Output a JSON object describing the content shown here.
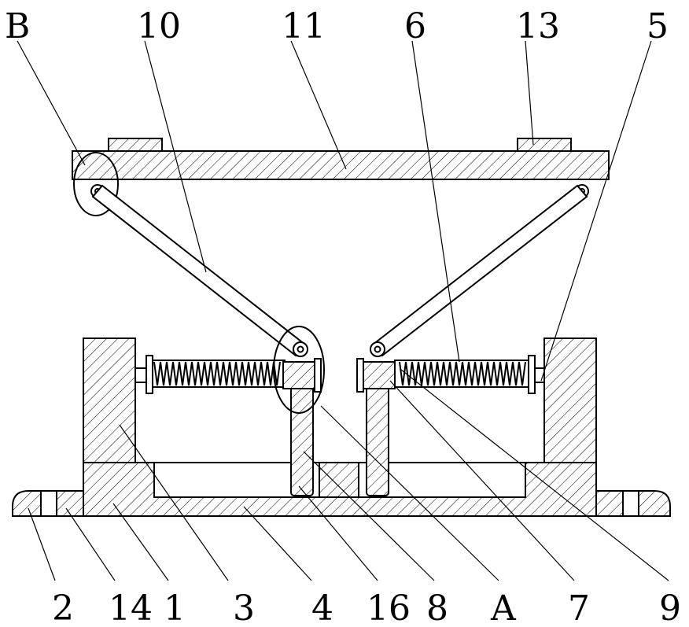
{
  "labels": {
    "B": "B",
    "n10": "10",
    "n11": "11",
    "n6": "6",
    "n13": "13",
    "n5": "5",
    "n2": "2",
    "n14": "14",
    "n1": "1",
    "n3": "3",
    "n4": "4",
    "n16": "16",
    "n8": "8",
    "A": "A",
    "n7": "7",
    "n9": "9"
  }
}
